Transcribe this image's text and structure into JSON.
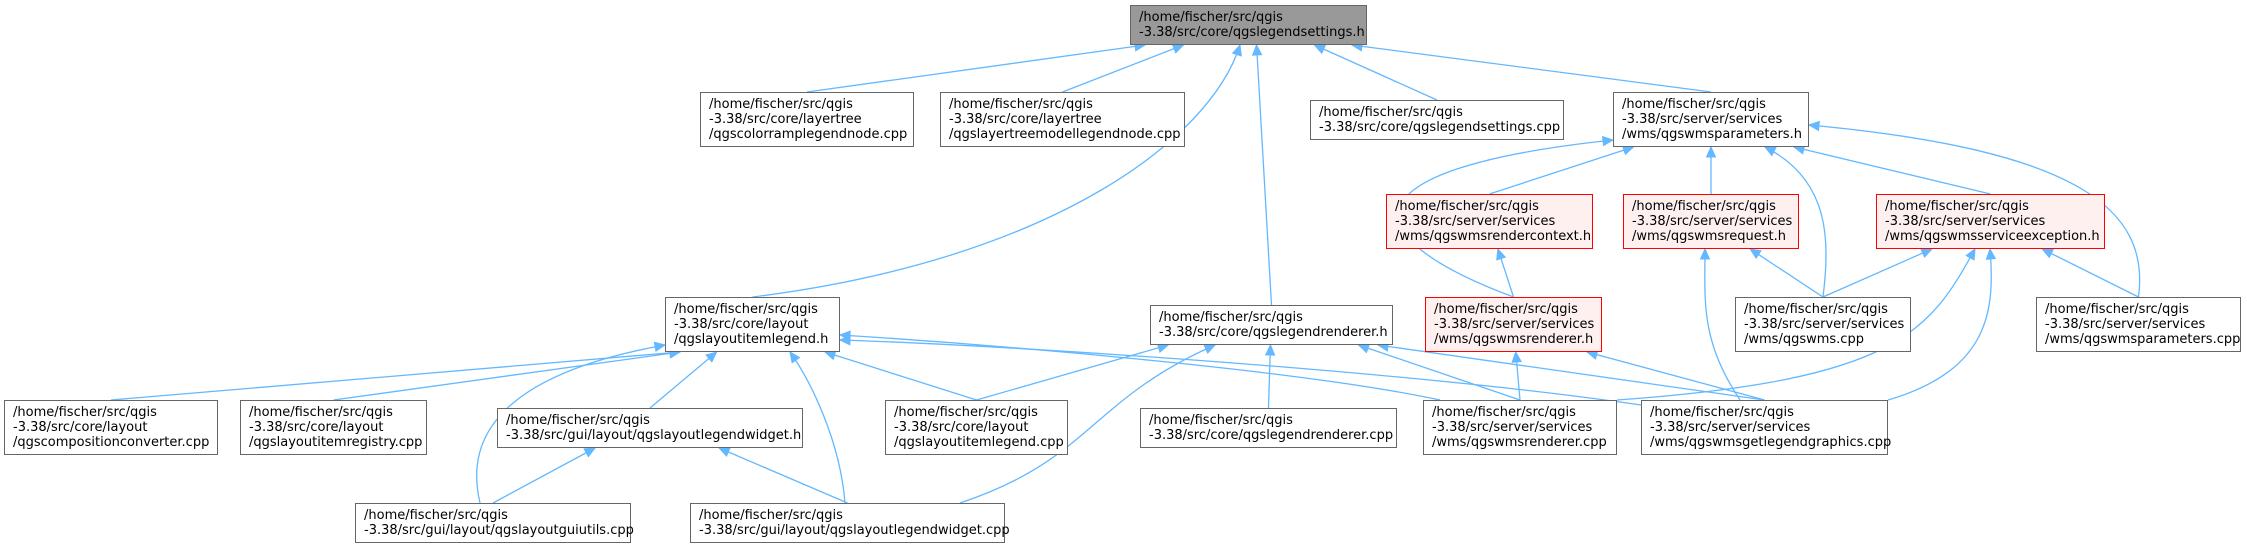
{
  "colors": {
    "root_fill": "#999999",
    "node_fill": "#ffffff",
    "node_border": "#666666",
    "highlight_fill": "#fff0f0",
    "highlight_border": "#ff0000",
    "edge": "#63b8ff"
  },
  "nodes": [
    {
      "id": "n0",
      "style": "root",
      "lines": [
        "/home/fischer/src/qgis",
        "-3.38/src/core/qgslegendsettings.h"
      ]
    },
    {
      "id": "n1",
      "style": "normal",
      "lines": [
        "/home/fischer/src/qgis",
        "-3.38/src/core/layertree",
        "/qgscolorramplegendnode.cpp"
      ]
    },
    {
      "id": "n2",
      "style": "normal",
      "lines": [
        "/home/fischer/src/qgis",
        "-3.38/src/core/layertree",
        "/qgslayertreemodellegendnode.cpp"
      ]
    },
    {
      "id": "n3",
      "style": "normal",
      "lines": [
        "/home/fischer/src/qgis",
        "-3.38/src/core/qgslegendsettings.cpp"
      ]
    },
    {
      "id": "n4",
      "style": "normal",
      "lines": [
        "/home/fischer/src/qgis",
        "-3.38/src/server/services",
        "/wms/qgswmsparameters.h"
      ]
    },
    {
      "id": "n5",
      "style": "highlight",
      "lines": [
        "/home/fischer/src/qgis",
        "-3.38/src/server/services",
        "/wms/qgswmsrendercontext.h"
      ]
    },
    {
      "id": "n6",
      "style": "highlight",
      "lines": [
        "/home/fischer/src/qgis",
        "-3.38/src/server/services",
        "/wms/qgswmsrequest.h"
      ]
    },
    {
      "id": "n7",
      "style": "highlight",
      "lines": [
        "/home/fischer/src/qgis",
        "-3.38/src/server/services",
        "/wms/qgswmsserviceexception.h"
      ]
    },
    {
      "id": "n8",
      "style": "normal",
      "lines": [
        "/home/fischer/src/qgis",
        "-3.38/src/core/layout",
        "/qgslayoutitemlegend.h"
      ]
    },
    {
      "id": "n9",
      "style": "normal",
      "lines": [
        "/home/fischer/src/qgis",
        "-3.38/src/core/qgslegendrenderer.h"
      ]
    },
    {
      "id": "n10",
      "style": "highlight",
      "lines": [
        "/home/fischer/src/qgis",
        "-3.38/src/server/services",
        "/wms/qgswmsrenderer.h"
      ]
    },
    {
      "id": "n11",
      "style": "normal",
      "lines": [
        "/home/fischer/src/qgis",
        "-3.38/src/server/services",
        "/wms/qgswms.cpp"
      ]
    },
    {
      "id": "n12",
      "style": "normal",
      "lines": [
        "/home/fischer/src/qgis",
        "-3.38/src/server/services",
        "/wms/qgswmsparameters.cpp"
      ]
    },
    {
      "id": "n13",
      "style": "normal",
      "lines": [
        "/home/fischer/src/qgis",
        "-3.38/src/core/layout",
        "/qgscompositionconverter.cpp"
      ]
    },
    {
      "id": "n14",
      "style": "normal",
      "lines": [
        "/home/fischer/src/qgis",
        "-3.38/src/core/layout",
        "/qgslayoutitemregistry.cpp"
      ]
    },
    {
      "id": "n15",
      "style": "normal",
      "lines": [
        "/home/fischer/src/qgis",
        "-3.38/src/gui/layout/qgslayoutlegendwidget.h"
      ]
    },
    {
      "id": "n16",
      "style": "normal",
      "lines": [
        "/home/fischer/src/qgis",
        "-3.38/src/core/layout",
        "/qgslayoutitemlegend.cpp"
      ]
    },
    {
      "id": "n17",
      "style": "normal",
      "lines": [
        "/home/fischer/src/qgis",
        "-3.38/src/core/qgslegendrenderer.cpp"
      ]
    },
    {
      "id": "n18",
      "style": "normal",
      "lines": [
        "/home/fischer/src/qgis",
        "-3.38/src/server/services",
        "/wms/qgswmsrenderer.cpp"
      ]
    },
    {
      "id": "n19",
      "style": "normal",
      "lines": [
        "/home/fischer/src/qgis",
        "-3.38/src/server/services",
        "/wms/qgswmsgetlegendgraphics.cpp"
      ]
    },
    {
      "id": "n20",
      "style": "normal",
      "lines": [
        "/home/fischer/src/qgis",
        "-3.38/src/gui/layout/qgslayoutguiutils.cpp"
      ]
    },
    {
      "id": "n21",
      "style": "normal",
      "lines": [
        "/home/fischer/src/qgis",
        "-3.38/src/gui/layout/qgslayoutlegendwidget.cpp"
      ]
    }
  ],
  "edges": [
    [
      "n1",
      "n0"
    ],
    [
      "n2",
      "n0"
    ],
    [
      "n3",
      "n0"
    ],
    [
      "n4",
      "n0"
    ],
    [
      "n8",
      "n0"
    ],
    [
      "n9",
      "n0"
    ],
    [
      "n5",
      "n4"
    ],
    [
      "n6",
      "n4"
    ],
    [
      "n7",
      "n4"
    ],
    [
      "n10",
      "n4"
    ],
    [
      "n11",
      "n4"
    ],
    [
      "n12",
      "n4"
    ],
    [
      "n10",
      "n5"
    ],
    [
      "n11",
      "n6"
    ],
    [
      "n19",
      "n6"
    ],
    [
      "n11",
      "n7"
    ],
    [
      "n12",
      "n7"
    ],
    [
      "n18",
      "n7"
    ],
    [
      "n19",
      "n7"
    ],
    [
      "n13",
      "n8"
    ],
    [
      "n14",
      "n8"
    ],
    [
      "n15",
      "n8"
    ],
    [
      "n16",
      "n8"
    ],
    [
      "n18",
      "n8"
    ],
    [
      "n19",
      "n8"
    ],
    [
      "n20",
      "n8"
    ],
    [
      "n21",
      "n8"
    ],
    [
      "n16",
      "n9"
    ],
    [
      "n17",
      "n9"
    ],
    [
      "n18",
      "n9"
    ],
    [
      "n19",
      "n9"
    ],
    [
      "n21",
      "n9"
    ],
    [
      "n18",
      "n10"
    ],
    [
      "n19",
      "n10"
    ],
    [
      "n20",
      "n15"
    ],
    [
      "n21",
      "n15"
    ]
  ]
}
